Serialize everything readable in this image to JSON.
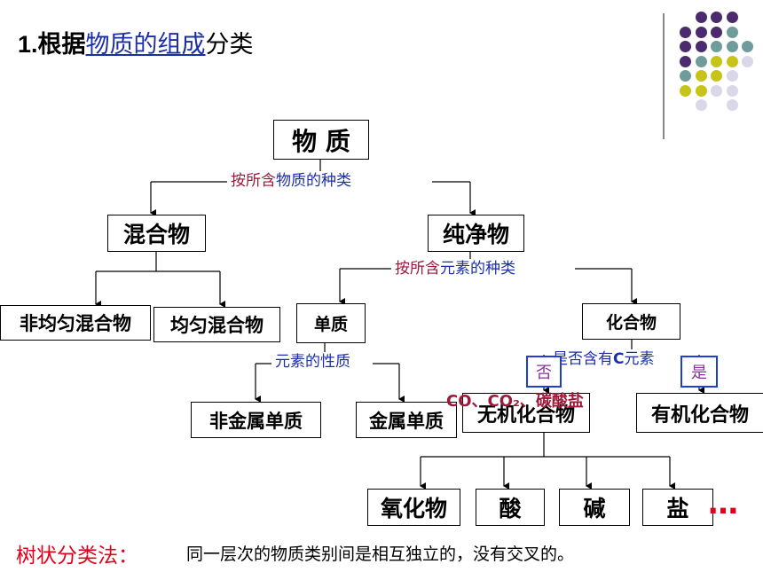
{
  "title": {
    "prefix": "1.根据",
    "link": "物质的组成",
    "suffix": "分类"
  },
  "nodes": {
    "root": "物 质",
    "mixture": "混合物",
    "pure": "纯净物",
    "heterogeneous": "非均匀混合物",
    "homogeneous": "均匀混合物",
    "element": "单质",
    "compound": "化合物",
    "nonmetal": "非金属单质",
    "metal": "金属单质",
    "inorganic": "无机化合物",
    "organic": "有机化合物",
    "oxide": "氧化物",
    "acid": "酸",
    "base": "碱",
    "salt": "盐"
  },
  "criteria": {
    "by_substance_a": "按所含",
    "by_substance_b": "物质的种类",
    "by_element_a": "按所含",
    "by_element_b": "元素的种类",
    "element_property": "元素的性质",
    "contains_carbon_a": "是否含有",
    "contains_carbon_b": "C",
    "contains_carbon_c": "元素"
  },
  "flags": {
    "no": "否",
    "yes": "是"
  },
  "exception_note": "CO、CO₂、碳酸盐",
  "ellipsis": "…",
  "footer": {
    "method": "树状分类法：",
    "description": "同一层次的物质类别间是相互独立的，没有交叉的。"
  },
  "colors": {
    "navy": "#1c2fa8",
    "maroon": "#9b1a3a",
    "purple": "#8b2fa0",
    "red": "#e0001b",
    "dot_purple": "#4b2a6e",
    "dot_teal": "#6f9c9a",
    "dot_yellow": "#c7c419",
    "dot_lavender": "#d8d8e8"
  }
}
